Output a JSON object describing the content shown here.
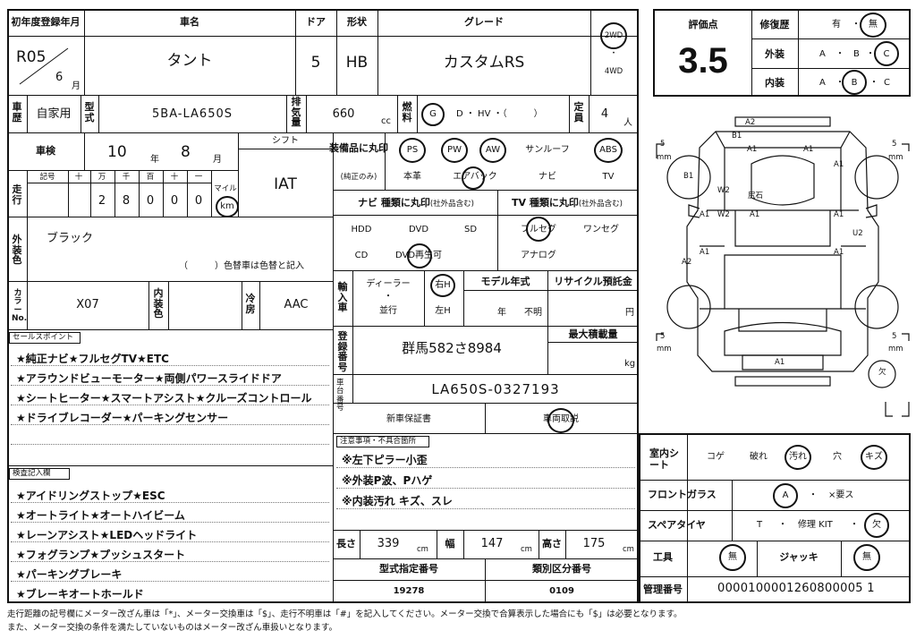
{
  "header": {
    "first_reg_label": "初年度登録年月",
    "first_reg_era": "R05",
    "first_reg_month": "6",
    "month_unit": "月",
    "car_name_label": "車名",
    "car_name": "タント",
    "doors_label": "ドア",
    "doors": "5",
    "shape_label": "形状",
    "shape": "HB",
    "grade_label": "グレード",
    "grade": "カスタムRS",
    "drive_2wd": "2WD",
    "drive_dot": "・",
    "drive_4wd": "4WD"
  },
  "row2": {
    "history_label": "車歴",
    "history": "自家用",
    "model_label": "型式",
    "model": "5BA-LA650S",
    "displacement_label": "排気量",
    "displacement": "660",
    "cc": "cc",
    "fuel_label": "燃料",
    "fuel_g": "G",
    "fuel_rest": "D ・ HV ・（　　　）",
    "capacity_label": "定員",
    "capacity": "4",
    "capacity_unit": "人"
  },
  "inspection": {
    "label": "車検",
    "year": "10",
    "year_unit": "年",
    "month": "8",
    "month_unit": "月",
    "shift_label": "シフト",
    "shift": "IAT",
    "mileage_label": "走行",
    "odo_headers": [
      "記号",
      "十",
      "万",
      "千",
      "百",
      "十",
      "一"
    ],
    "odo_digits": [
      "2",
      "8",
      "0",
      "0",
      "0"
    ],
    "mile_label": "マイル",
    "km_label": "km"
  },
  "exterior": {
    "label": "外装色",
    "color": "ブラック",
    "repaint_note": "（　　　）色替車は色替と記入",
    "color_no_label": "カラーNo.",
    "color_no": "X07",
    "interior_label": "内装色",
    "interior": "",
    "ac_label": "冷房",
    "ac": "AAC"
  },
  "equipment": {
    "label": "装備品に丸印",
    "sub_label": "(純正のみ)",
    "row1": [
      "PS",
      "PW",
      "AW",
      "サンルーフ",
      "ABS"
    ],
    "row2": [
      "本革",
      "エアバック",
      "ナビ",
      "TV"
    ],
    "navi_label": "ナビ 種類に丸印",
    "navi_sub": "(社外品含む)",
    "navi_items": [
      "HDD",
      "DVD",
      "SD",
      "CD",
      "DVD再生可"
    ],
    "tv_label": "TV 種類に丸印",
    "tv_sub": "(社外品含む)",
    "tv_items": [
      "フルセグ",
      "ワンセグ",
      "アナログ"
    ]
  },
  "import": {
    "label": "輸入車",
    "dealer": "ディーラー",
    "dot": "・",
    "parallel": "並行",
    "right": "右H",
    "left": "左H",
    "model_year_label": "モデル年式",
    "year_unit": "年",
    "unknown": "不明",
    "recycle_label": "リサイクル預託金",
    "yen": "円"
  },
  "registration": {
    "label": "登録番号",
    "number": "群馬582さ8984",
    "max_load_label": "最大積載量",
    "kg": "kg",
    "chassis_label": "車台番号",
    "chassis": "LA650S-0327193",
    "warranty": "新車保証書",
    "manual": "車両取説"
  },
  "notes": {
    "label": "注意事項・不具合箇所",
    "lines": [
      "※左下ピラー小歪",
      "※外装P波、Pハゲ",
      "※内装汚れ キズ、スレ"
    ]
  },
  "dimensions": {
    "length_label": "長さ",
    "length": "339",
    "width_label": "幅",
    "width": "147",
    "height_label": "高さ",
    "height": "175",
    "cm": "cm",
    "type_no_label": "型式指定番号",
    "type_no": "19278",
    "class_no_label": "類別区分番号",
    "class_no": "0109"
  },
  "sales": {
    "label": "セールスポイント",
    "lines": [
      "★純正ナビ★フルセグTV★ETC",
      "★アラウンドビューモーター★両側パワースライドドア",
      "★シートヒーター★スマートアシスト★クルーズコントロール",
      "★ドライブレコーダー★パーキングセンサー"
    ]
  },
  "checklist": {
    "label": "検査記入欄",
    "lines": [
      "★アイドリングストップ★ESC",
      "★オートライト★オートハイビーム",
      "★レーンアシスト★LEDヘッドライト",
      "★フォグランプ★プッシュスタート",
      "★パーキングブレーキ",
      "★ブレーキオートホールド"
    ]
  },
  "rating": {
    "label": "評価点",
    "score": "3.5",
    "repair_label": "修復歴",
    "repair_yes": "有",
    "repair_dot": "・",
    "repair_no": "無",
    "exterior_label": "外装",
    "interior_label": "内装",
    "grades": [
      "A",
      "・",
      "B",
      "・",
      "C"
    ]
  },
  "diagram": {
    "labels": [
      "A2",
      "B1",
      "A1",
      "A1",
      "A1",
      "B1",
      "W2",
      "尻石",
      "A1",
      "W2",
      "A1",
      "A1",
      "U2",
      "A1",
      "A1",
      "A2",
      "A1"
    ],
    "mm": "mm",
    "five": "5",
    "missing": "欠"
  },
  "condition": {
    "seat_label": "室内シート",
    "seat_items": [
      "コゲ",
      "破れ",
      "汚れ",
      "穴",
      "キズ"
    ],
    "glass_label": "フロントガラス",
    "glass_a": "A",
    "glass_dot": "・",
    "glass_rest": "×要ス",
    "spare_label": "スペアタイヤ",
    "spare_t": "T",
    "spare_dot": "・",
    "spare_kit": "修理 KIT",
    "spare_missing": "欠",
    "tools_label": "工具",
    "tools": "無",
    "jack_label": "ジャッキ",
    "jack": "無",
    "manage_label": "管理番号",
    "manage_no": "0000100001260800005 1"
  },
  "footer": {
    "line1": "走行距離の記号欄にメーター改ざん車は「*」、メーター交換車は「$」、走行不明車は「#」を記入してください。メーター交換で合算表示した場合にも「$」は必要となります。",
    "line2": "また、メーター交換の条件を満たしていないものはメーター改ざん車扱いとなります。"
  }
}
